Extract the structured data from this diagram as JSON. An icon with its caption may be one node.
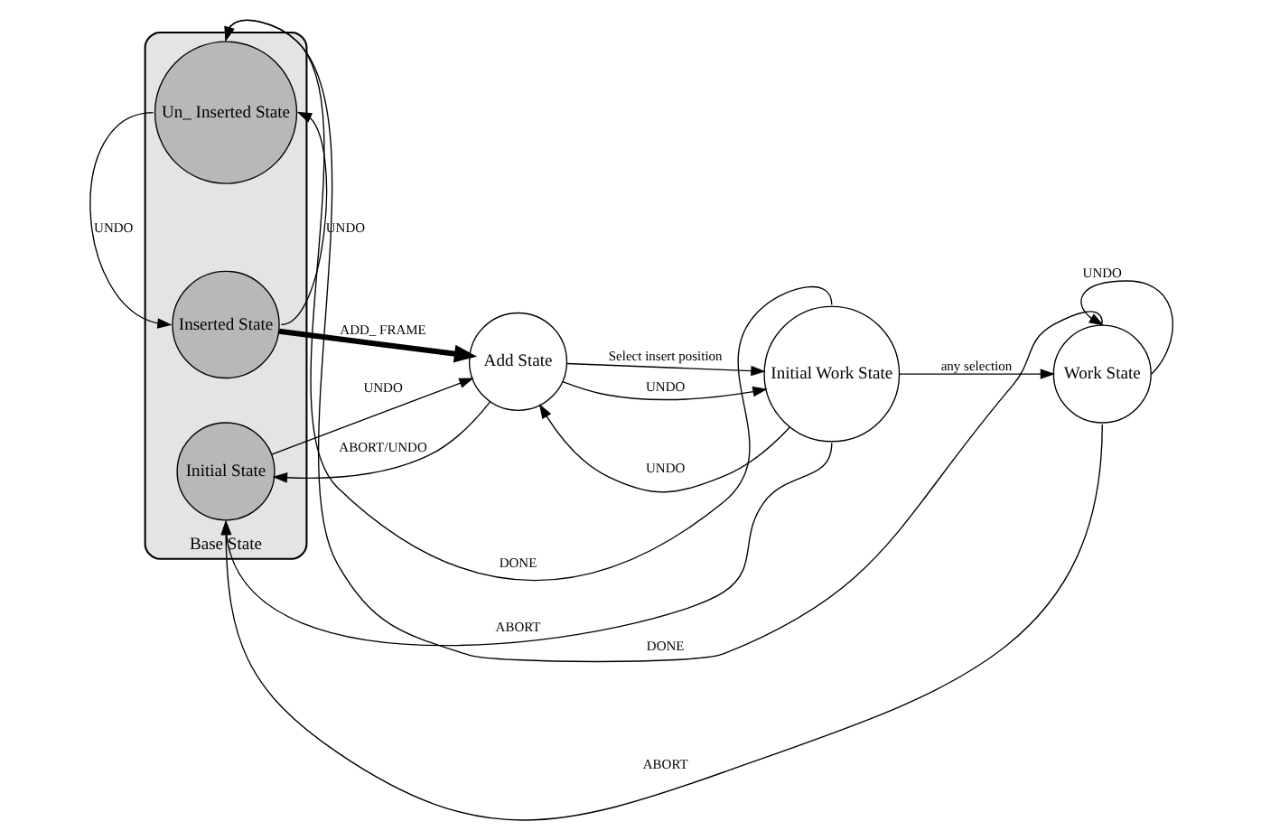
{
  "diagram": {
    "nodes": [
      {
        "text": [
          "Base State"
        ]
      },
      {
        "text": [
          "Un_ Inserted State"
        ],
        "in": 0
      },
      {
        "text": [
          "Inserted State"
        ],
        "in": 0
      },
      {
        "text": [
          "Initial State"
        ],
        "in": 0
      },
      {
        "text": [
          "Add State"
        ]
      },
      {
        "text": [
          "Initial Work State"
        ]
      },
      {
        "text": [
          "Work State"
        ]
      }
    ],
    "edges": [
      {
        "from": 1,
        "to": 2,
        "arrow": "to",
        "label": "UNDO"
      },
      {
        "from": 2,
        "to": 1,
        "arrow": "to",
        "label": "UNDO"
      },
      {
        "from": 2,
        "to": 4,
        "arrow": "to",
        "label": "ADD_ FRAME",
        "style": "thick"
      },
      {
        "from": 3,
        "to": 4,
        "arrow": "to",
        "label": "UNDO"
      },
      {
        "from": 4,
        "to": 5,
        "arrow": "to",
        "label": "Select insert position"
      },
      {
        "from": 5,
        "to": 4,
        "arrow": "to",
        "label": "UNDO"
      },
      {
        "from": 4,
        "to": 5,
        "arrow": "to",
        "label": "UNDO"
      },
      {
        "from": 4,
        "to": 3,
        "arrow": "to",
        "label": "ABORT/UNDO"
      },
      {
        "from": 5,
        "to": 3,
        "arrow": "to",
        "label": "ABORT"
      },
      {
        "from": 6,
        "to": 3,
        "arrow": "to",
        "label": "ABORT"
      },
      {
        "from": 5,
        "to": 1,
        "arrow": "to",
        "label": "DONE"
      },
      {
        "from": 6,
        "to": 1,
        "arrow": "to",
        "label": "DONE"
      },
      {
        "from": 5,
        "to": 6,
        "arrow": "to",
        "label": "any selection"
      },
      {
        "from": 6,
        "to": 6,
        "arrow": "to",
        "label": "UNDO"
      }
    ]
  }
}
